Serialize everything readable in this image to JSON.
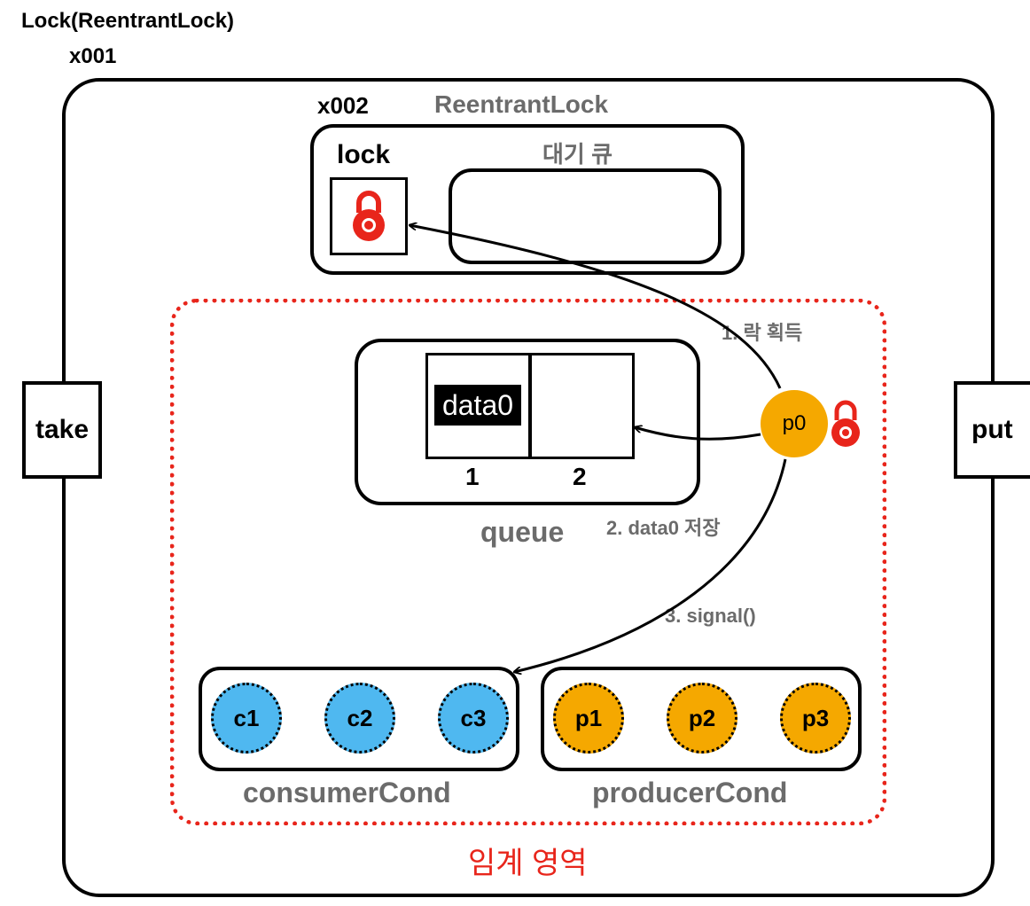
{
  "header": {
    "title": "Lock(ReentrantLock)",
    "instance_id": "x001"
  },
  "reentrant_lock": {
    "id": "x002",
    "name": "ReentrantLock",
    "lock_label": "lock",
    "wait_queue_label": "대기 큐"
  },
  "side_buttons": {
    "take": "take",
    "put": "put"
  },
  "queue": {
    "label": "queue",
    "slots": [
      {
        "index": "1",
        "value": "data0"
      },
      {
        "index": "2",
        "value": ""
      }
    ]
  },
  "producer_thread": {
    "name": "p0"
  },
  "steps": {
    "step1": "1. 락 획득",
    "step2": "2. data0 저장",
    "step3": "3. signal()"
  },
  "consumer_cond": {
    "label": "consumerCond",
    "threads": [
      "c1",
      "c2",
      "c3"
    ]
  },
  "producer_cond": {
    "label": "producerCond",
    "threads": [
      "p1",
      "p2",
      "p3"
    ]
  },
  "critical_section": {
    "label": "임계 영역"
  },
  "colors": {
    "red": "#e8251b",
    "gray_text": "#6b6b6b",
    "consumer_blue": "#4fb8f0",
    "producer_orange": "#f5a800"
  },
  "icons": {
    "lock": "padlock-icon",
    "held_lock": "padlock-icon"
  }
}
